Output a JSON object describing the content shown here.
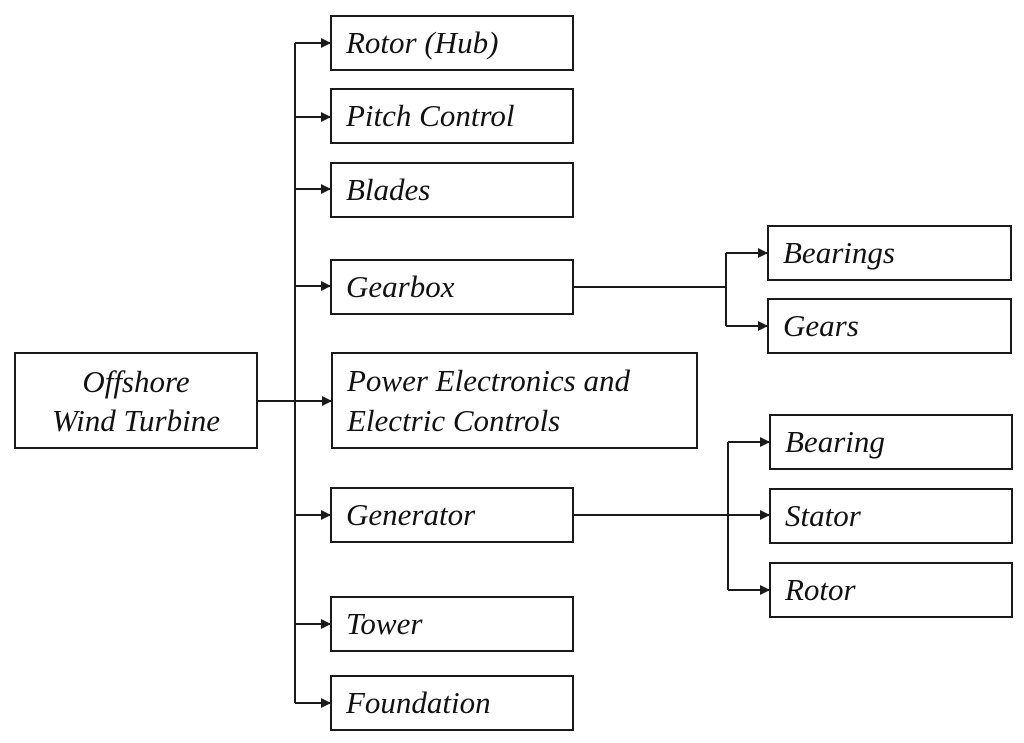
{
  "root": {
    "line1": "Offshore",
    "line2": "Wind Turbine"
  },
  "components": {
    "rotor_hub": "Rotor (Hub)",
    "pitch_control": "Pitch Control",
    "blades": "Blades",
    "gearbox": "Gearbox",
    "power_electronics_line1": "Power Electronics and",
    "power_electronics_line2": "Electric Controls",
    "generator": "Generator",
    "tower": "Tower",
    "foundation": "Foundation"
  },
  "gearbox_parts": {
    "bearings": "Bearings",
    "gears": "Gears"
  },
  "generator_parts": {
    "bearing": "Bearing",
    "stator": "Stator",
    "rotor": "Rotor"
  },
  "colors": {
    "line": "#1a1a1a",
    "box_border": "#1a1a1a",
    "background": "#ffffff"
  }
}
